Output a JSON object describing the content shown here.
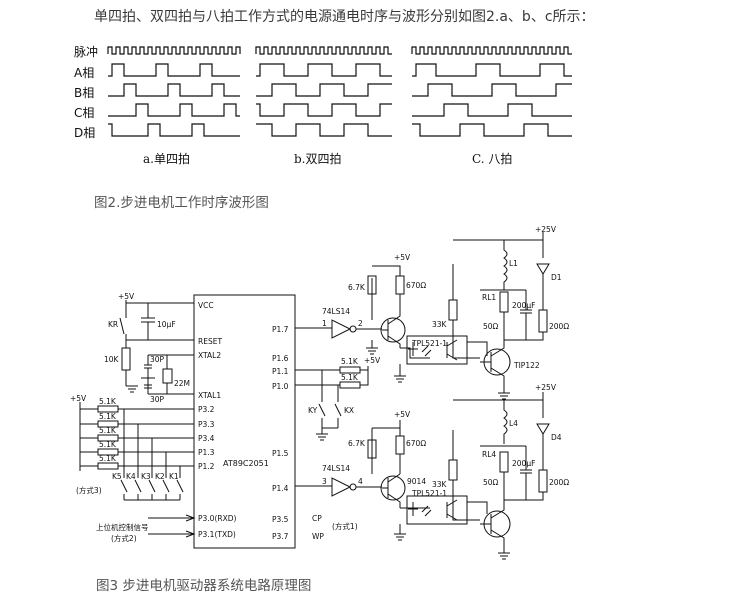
{
  "intro_text": "单四拍、双四拍与八拍工作方式的电源通电时序与波形分别如图2.a、b、c所示：",
  "fig2": {
    "row_labels": [
      "脉冲",
      "A相",
      "B相",
      "C相",
      "D相"
    ],
    "subtitles": [
      "a.单四拍",
      "b.双四拍",
      "C. 八拍"
    ],
    "caption": "图2.步进电机工作时序波形图"
  },
  "fig3": {
    "caption": "图3 步进电机驱动器系统电路原理图",
    "mcu": {
      "name": "AT89C2051",
      "left_pins": [
        "VCC",
        "RESET",
        "XTAL2",
        "XTAL1",
        "P3.2",
        "P3.3",
        "P3.4",
        "P1.3",
        "P1.2",
        "P3.0(RXD)",
        "P3.1(TXD)"
      ],
      "right_pins": [
        "P1.7",
        "P1.6",
        "P1.1",
        "P1.0",
        "P1.5",
        "P1.4",
        "P3.5",
        "P3.7"
      ],
      "right_signals": [
        "CP",
        "WP"
      ]
    },
    "supply_labels": [
      "+5V",
      "+5V",
      "+5V",
      "+5V",
      "+5V",
      "+25V",
      "+25V"
    ],
    "components": {
      "r_reset": "10K",
      "c_reset": "10μF",
      "c_xtal_1": "30P",
      "c_xtal_2": "30P",
      "crystal": "22M",
      "key_reset": "KR",
      "r_p11": "5.1K",
      "r_p10": "5.1K",
      "keys_mid": [
        "KY",
        "KX"
      ],
      "r_pullups": [
        "5.1K",
        "5.1K",
        "5.1K",
        "5.1K",
        "5.1K"
      ],
      "keys_left": [
        "K5",
        "K4",
        "K3",
        "K2",
        "K1"
      ],
      "mode3": "(方式3)",
      "host_signal": "上位机控制信号",
      "mode2": "(方式2)",
      "mode1": "(方式1)",
      "inverter": "74LS14",
      "pins_inv1": [
        "1",
        "2"
      ],
      "pins_inv2": [
        "3",
        "4"
      ],
      "r_base": "6.7K",
      "r_coll": "670Ω",
      "transistor_small": "9014",
      "optocoupler": "TPL521-1",
      "r_33k": "33K",
      "relay": "RL1",
      "relay2": "RL4",
      "inductor": "L1",
      "inductor2": "L4",
      "diode": "D1",
      "diode2": "D4",
      "cap_200": "200μF",
      "r_50": "50Ω",
      "r_200": "200Ω",
      "power_transistor": "TIP122"
    }
  }
}
